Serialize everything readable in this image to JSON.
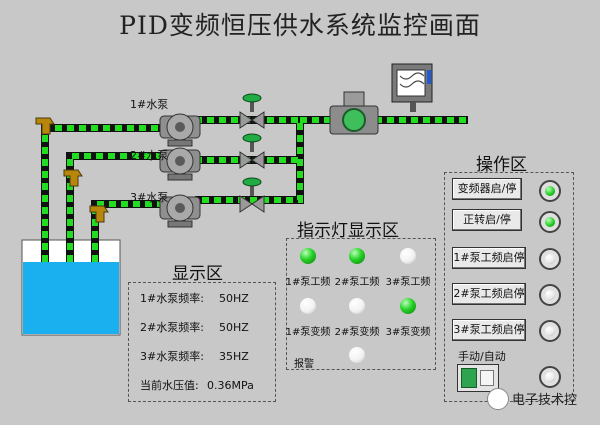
{
  "title": "PID变频恒压供水系统监控画面",
  "pumps": [
    {
      "label": "1#水泵"
    },
    {
      "label": "2#水泵"
    },
    {
      "label": "3#水泵"
    }
  ],
  "display_area": {
    "title": "显示区",
    "rows": [
      {
        "label": "1#水泵频率:",
        "value": "50HZ"
      },
      {
        "label": "2#水泵频率:",
        "value": "50HZ"
      },
      {
        "label": "3#水泵频率:",
        "value": "35HZ"
      },
      {
        "label": "当前水压值:",
        "value": "0.36MPa"
      }
    ]
  },
  "indicator_area": {
    "title": "指示灯显示区",
    "lamps": [
      {
        "label": "1#泵工频",
        "state": "on"
      },
      {
        "label": "2#泵工频",
        "state": "on"
      },
      {
        "label": "3#泵工频",
        "state": "off"
      },
      {
        "label": "1#泵变频",
        "state": "off"
      },
      {
        "label": "2#泵变频",
        "state": "off"
      },
      {
        "label": "3#泵变频",
        "state": "on"
      },
      {
        "label": "报警",
        "state": "off"
      }
    ]
  },
  "operation_area": {
    "title": "操作区",
    "buttons": [
      {
        "label": "变频器启/停",
        "indicator": "on"
      },
      {
        "label": "正转启/停",
        "indicator": "on"
      },
      {
        "label": "1#泵工频启停",
        "indicator": "off"
      },
      {
        "label": "2#泵工频启停",
        "indicator": "off"
      },
      {
        "label": "3#泵工频启停",
        "indicator": "off"
      }
    ],
    "mode_label": "手动/自动",
    "mode_indicator": "off"
  },
  "watermark": "电子技术控",
  "colors": {
    "background": "#c8c8c8",
    "pipe_green": "#22dd22",
    "pipe_black": "#111111",
    "water": "#1ab0f0"
  }
}
